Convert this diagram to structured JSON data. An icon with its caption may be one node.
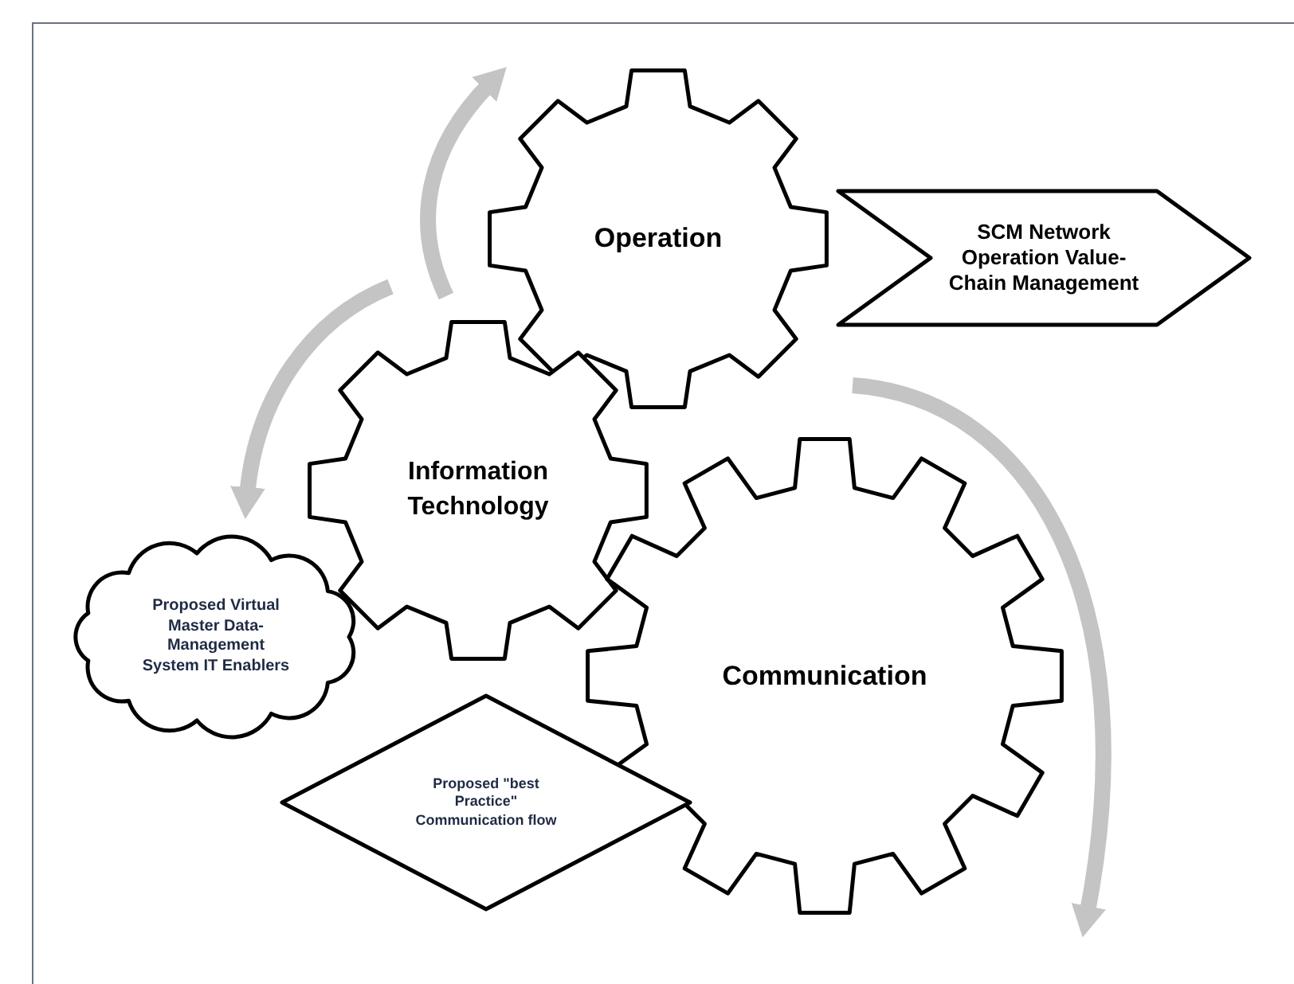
{
  "diagram": {
    "nodes": [
      {
        "text": [
          "Operation"
        ]
      },
      {
        "text": [
          "SCM Network Operation Value-Chain Management"
        ]
      },
      {
        "text": [
          "Information Technology"
        ]
      },
      {
        "text": [
          "Proposed Virtual Master Data-Management System IT Enablers"
        ]
      },
      {
        "text": [
          "Communication"
        ]
      },
      {
        "text": [
          "Proposed \"best Practice\" Communication flow"
        ]
      }
    ]
  }
}
